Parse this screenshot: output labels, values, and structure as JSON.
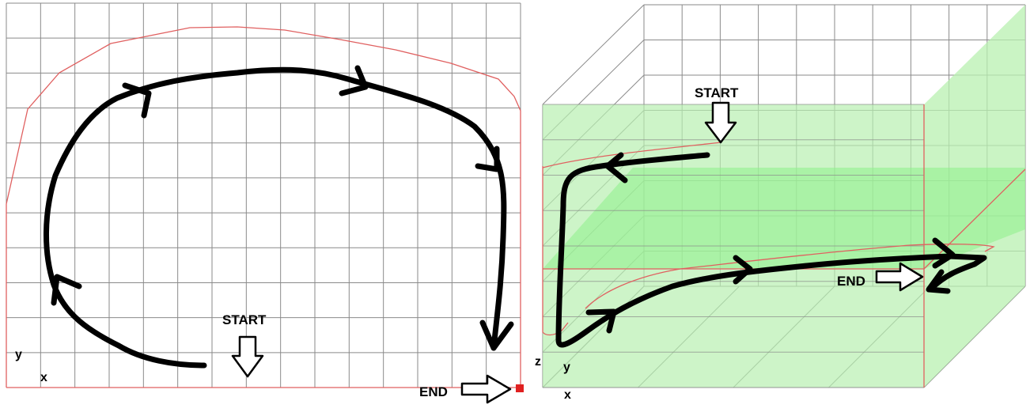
{
  "left_panel": {
    "start_label": "START",
    "end_label": "END",
    "axis_y": "y",
    "axis_x": "x"
  },
  "right_panel": {
    "start_label": "START",
    "end_label": "END",
    "axis_z": "z",
    "axis_y": "y",
    "axis_x": "x"
  },
  "colors": {
    "grid": "#8a8a8a",
    "boundary": "#e06060",
    "path": "#000000",
    "end_marker": "#e02020",
    "box_fill": "#b8f0b0",
    "box_fill_dark": "#8ef08a"
  }
}
